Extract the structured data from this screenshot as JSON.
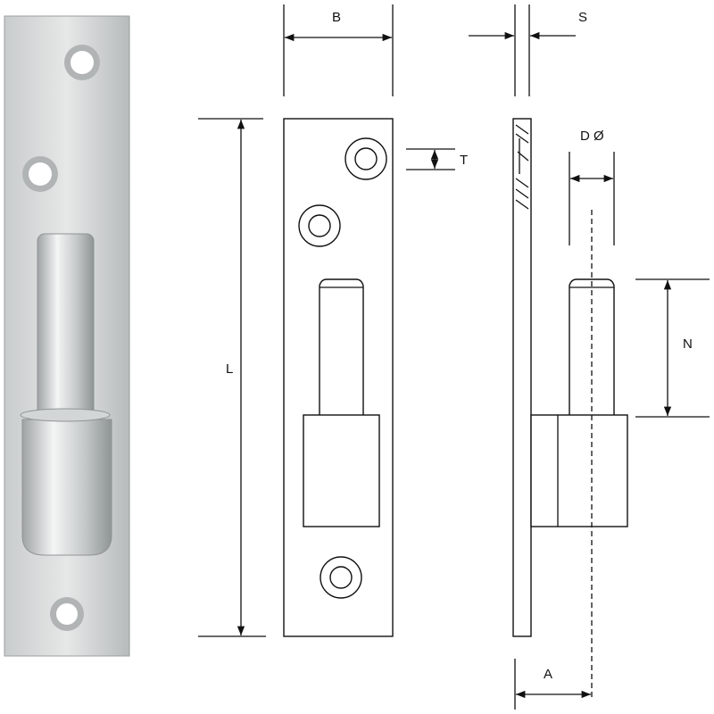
{
  "labels": {
    "width": "B",
    "thickness": "S",
    "hole": "T",
    "pin_diameter": "D Ø",
    "length": "L",
    "pin_length": "N",
    "offset": "A"
  },
  "colors": {
    "line": "#111111",
    "metal_light": "#e4e6e6",
    "metal_dark": "#a9adae"
  }
}
